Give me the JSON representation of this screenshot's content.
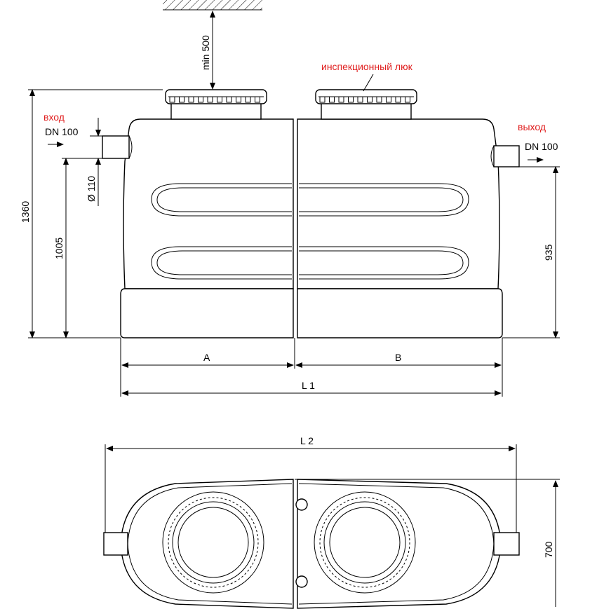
{
  "labels": {
    "clearance": "min 500",
    "inspection_hatch": "инспекционный люк",
    "inlet": "вход",
    "inlet_dn": "DN 100",
    "outlet": "выход",
    "outlet_dn": "DN 100",
    "pipe_diameter": "Ø 110",
    "total_height": "1360",
    "inlet_height": "1005",
    "outlet_height": "935",
    "section_a": "A",
    "section_b": "B",
    "length_l1": "L 1",
    "length_l2": "L 2",
    "width": "700"
  },
  "colors": {
    "callout_text": "#e02020",
    "line": "#000000"
  }
}
